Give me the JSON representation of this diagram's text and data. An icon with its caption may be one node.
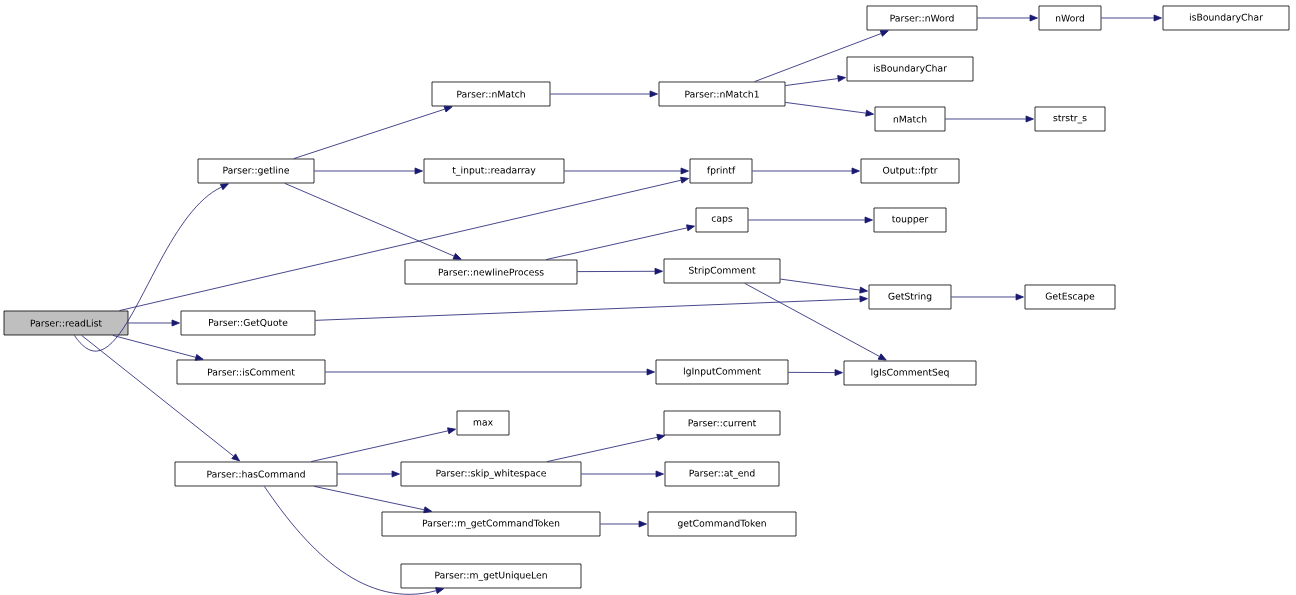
{
  "diagram": {
    "nodes": [
      {
        "text": [
          "Parser::readList"
        ]
      },
      {
        "text": [
          "Parser::getline"
        ]
      },
      {
        "text": [
          "Parser::GetQuote"
        ]
      },
      {
        "text": [
          "Parser::isComment"
        ]
      },
      {
        "text": [
          "Parser::hasCommand"
        ]
      },
      {
        "text": [
          "Parser::nMatch"
        ]
      },
      {
        "text": [
          "t_input::readarray"
        ]
      },
      {
        "text": [
          "Parser::newlineProcess"
        ]
      },
      {
        "text": [
          "max"
        ]
      },
      {
        "text": [
          "Parser::skip_whitespace"
        ]
      },
      {
        "text": [
          "Parser::m_getCommandToken"
        ]
      },
      {
        "text": [
          "Parser::m_getUniqueLen"
        ]
      },
      {
        "text": [
          "Parser::nMatch1"
        ]
      },
      {
        "text": [
          "fprintf"
        ]
      },
      {
        "text": [
          "caps"
        ]
      },
      {
        "text": [
          "StripComment"
        ]
      },
      {
        "text": [
          "lgInputComment"
        ]
      },
      {
        "text": [
          "Parser::current"
        ]
      },
      {
        "text": [
          "Parser::at_end"
        ]
      },
      {
        "text": [
          "getCommandToken"
        ]
      },
      {
        "text": [
          "Parser::nWord"
        ]
      },
      {
        "text": [
          "isBoundaryChar"
        ]
      },
      {
        "text": [
          "nMatch"
        ]
      },
      {
        "text": [
          "Output::fptr"
        ]
      },
      {
        "text": [
          "toupper"
        ]
      },
      {
        "text": [
          "GetString"
        ]
      },
      {
        "text": [
          "lgIsCommentSeq"
        ]
      },
      {
        "text": [
          "nWord"
        ]
      },
      {
        "text": [
          "strstr_s"
        ]
      },
      {
        "text": [
          "GetEscape"
        ]
      },
      {
        "text": [
          "isBoundaryChar"
        ]
      }
    ],
    "edges": [
      {
        "from": 0,
        "to": 1,
        "arrow": "to"
      },
      {
        "from": 0,
        "to": 13,
        "arrow": "to"
      },
      {
        "from": 0,
        "to": 2,
        "arrow": "to"
      },
      {
        "from": 0,
        "to": 3,
        "arrow": "to"
      },
      {
        "from": 0,
        "to": 4,
        "arrow": "to"
      },
      {
        "from": 1,
        "to": 5,
        "arrow": "to"
      },
      {
        "from": 1,
        "to": 6,
        "arrow": "to"
      },
      {
        "from": 1,
        "to": 7,
        "arrow": "to"
      },
      {
        "from": 2,
        "to": 25,
        "arrow": "to"
      },
      {
        "from": 3,
        "to": 16,
        "arrow": "to"
      },
      {
        "from": 4,
        "to": 8,
        "arrow": "to"
      },
      {
        "from": 4,
        "to": 9,
        "arrow": "to"
      },
      {
        "from": 4,
        "to": 10,
        "arrow": "to"
      },
      {
        "from": 4,
        "to": 11,
        "arrow": "to"
      },
      {
        "from": 5,
        "to": 12,
        "arrow": "to"
      },
      {
        "from": 6,
        "to": 13,
        "arrow": "to"
      },
      {
        "from": 7,
        "to": 14,
        "arrow": "to"
      },
      {
        "from": 7,
        "to": 15,
        "arrow": "to"
      },
      {
        "from": 9,
        "to": 17,
        "arrow": "to"
      },
      {
        "from": 9,
        "to": 18,
        "arrow": "to"
      },
      {
        "from": 10,
        "to": 19,
        "arrow": "to"
      },
      {
        "from": 12,
        "to": 20,
        "arrow": "to"
      },
      {
        "from": 12,
        "to": 21,
        "arrow": "to"
      },
      {
        "from": 12,
        "to": 22,
        "arrow": "to"
      },
      {
        "from": 13,
        "to": 23,
        "arrow": "to"
      },
      {
        "from": 14,
        "to": 24,
        "arrow": "to"
      },
      {
        "from": 15,
        "to": 25,
        "arrow": "to"
      },
      {
        "from": 15,
        "to": 26,
        "arrow": "to"
      },
      {
        "from": 16,
        "to": 26,
        "arrow": "to"
      },
      {
        "from": 20,
        "to": 27,
        "arrow": "to"
      },
      {
        "from": 27,
        "to": 30,
        "arrow": "to"
      },
      {
        "from": 22,
        "to": 28,
        "arrow": "to"
      },
      {
        "from": 25,
        "to": 29,
        "arrow": "to"
      }
    ]
  }
}
